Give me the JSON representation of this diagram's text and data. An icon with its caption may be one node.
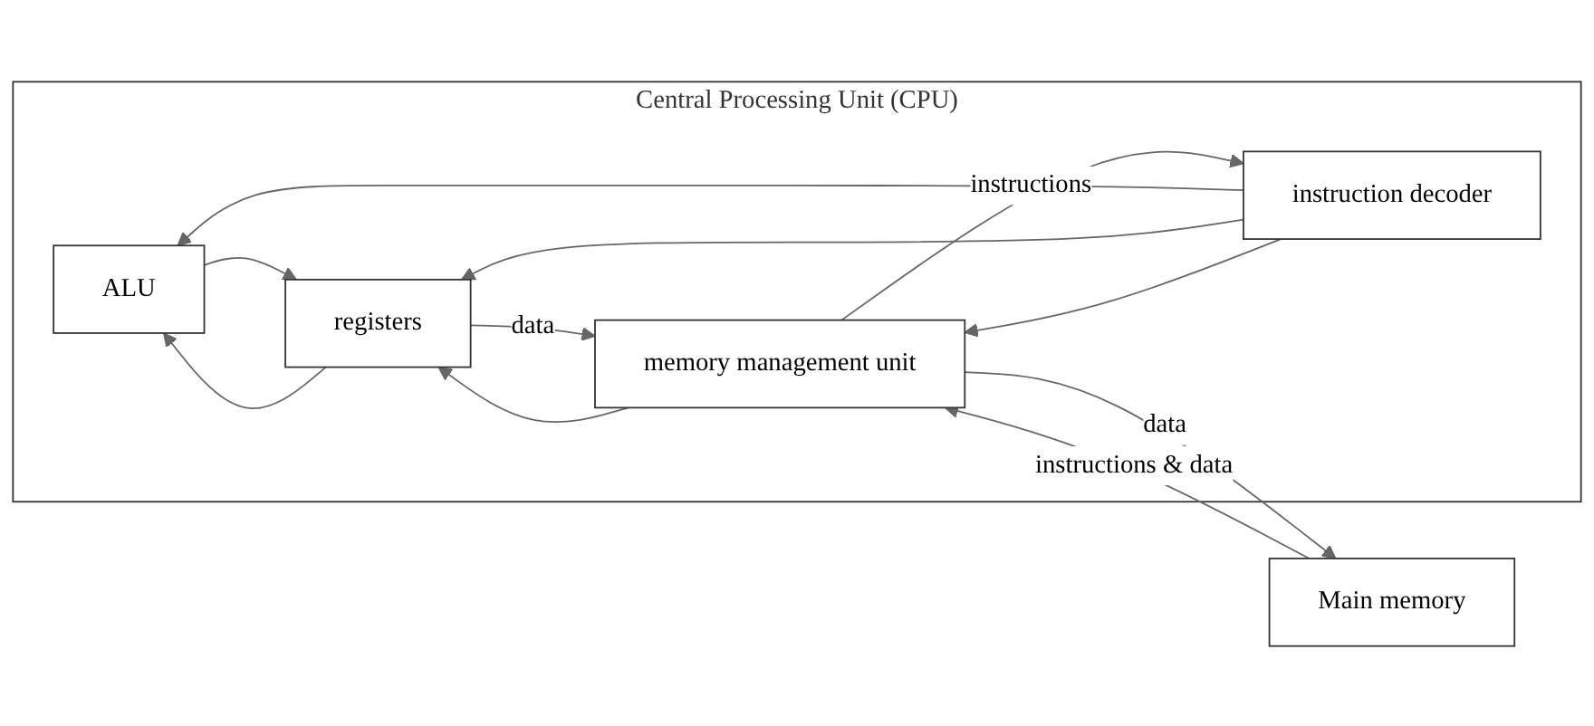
{
  "diagram": {
    "nodes": [
      {
        "text": [
          "Central Processing Unit (CPU)"
        ]
      },
      {
        "text": [
          "ALU"
        ],
        "in": 0
      },
      {
        "text": [
          "registers"
        ],
        "in": 0
      },
      {
        "text": [
          "instruction decoder"
        ],
        "in": 0
      },
      {
        "text": [
          "memory management unit"
        ],
        "in": 0
      },
      {
        "text": [
          "Main memory"
        ]
      }
    ],
    "edges": [
      {
        "from": 2,
        "to": 1,
        "arrow": "to"
      },
      {
        "from": 1,
        "to": 2,
        "arrow": "to"
      },
      {
        "from": 3,
        "to": 1,
        "arrow": "to"
      },
      {
        "from": 3,
        "to": 2,
        "arrow": "to"
      },
      {
        "from": 4,
        "to": 2,
        "arrow": "to"
      },
      {
        "from": 2,
        "to": 4,
        "label": "data",
        "arrow": "to"
      },
      {
        "from": 3,
        "to": 4,
        "arrow": "to"
      },
      {
        "from": 4,
        "to": 3,
        "label": "instructions",
        "arrow": "to"
      },
      {
        "from": 5,
        "to": 4,
        "label": "instructions & data",
        "arrow": "to"
      },
      {
        "from": 4,
        "to": 5,
        "label": "data",
        "arrow": "to"
      }
    ]
  }
}
